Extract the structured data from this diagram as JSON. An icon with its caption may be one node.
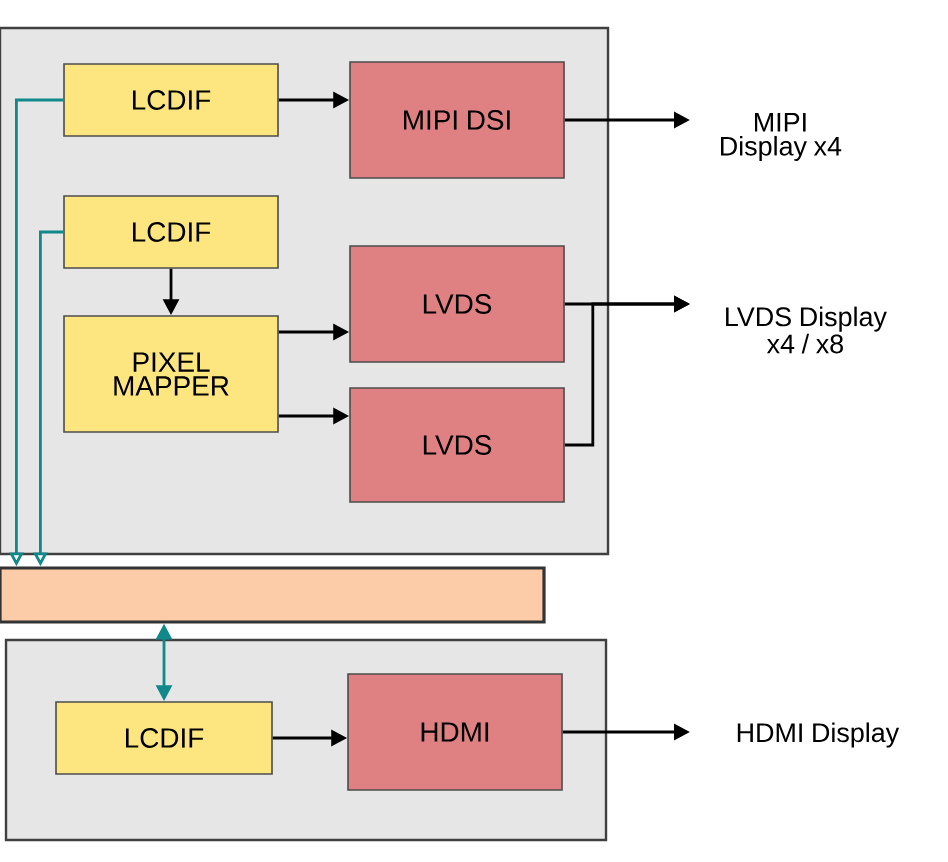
{
  "diagram": {
    "nodes": [
      {
        "text": [],
        "shape": "box"
      },
      {
        "text": [
          "LCDIF"
        ],
        "in": 0
      },
      {
        "text": [
          "MIPI DSI"
        ],
        "in": 0
      },
      {
        "text": [
          "LCDIF"
        ],
        "in": 0
      },
      {
        "text": [
          "PIXEL MAPPER"
        ],
        "in": 0
      },
      {
        "text": [
          "LVDS"
        ],
        "in": 0
      },
      {
        "text": [
          "LVDS"
        ],
        "in": 0
      },
      {
        "text": [
          "MIPI Display x4"
        ]
      },
      {
        "text": [
          "LVDS Display x4 / x8"
        ]
      },
      {
        "text": [],
        "shape": "bar"
      },
      {
        "text": [],
        "shape": "box"
      },
      {
        "text": [
          "LCDIF"
        ],
        "in": 10
      },
      {
        "text": [
          "HDMI"
        ],
        "in": 10
      },
      {
        "text": [
          "HDMI Display"
        ]
      }
    ],
    "edges": [
      {
        "from": 1,
        "to": 2,
        "arrow": "to"
      },
      {
        "from": 3,
        "to": 4,
        "arrow": "to"
      },
      {
        "from": 4,
        "to": 5,
        "arrow": "to"
      },
      {
        "from": 4,
        "to": 6,
        "arrow": "to"
      },
      {
        "from": 2,
        "to": 7,
        "arrow": "to"
      },
      {
        "from": 5,
        "to": 8,
        "arrow": "to"
      },
      {
        "from": 6,
        "to": 8,
        "arrow": "to"
      },
      {
        "from": 1,
        "to": 9,
        "arrow": "to",
        "color": "#11888a"
      },
      {
        "from": 3,
        "to": 9,
        "arrow": "to",
        "color": "#11888a"
      },
      {
        "from": 9,
        "to": 11,
        "arrow": "both",
        "color": "#11888a"
      },
      {
        "from": 11,
        "to": 12,
        "arrow": "to"
      },
      {
        "from": 12,
        "to": 13,
        "arrow": "to"
      }
    ]
  }
}
